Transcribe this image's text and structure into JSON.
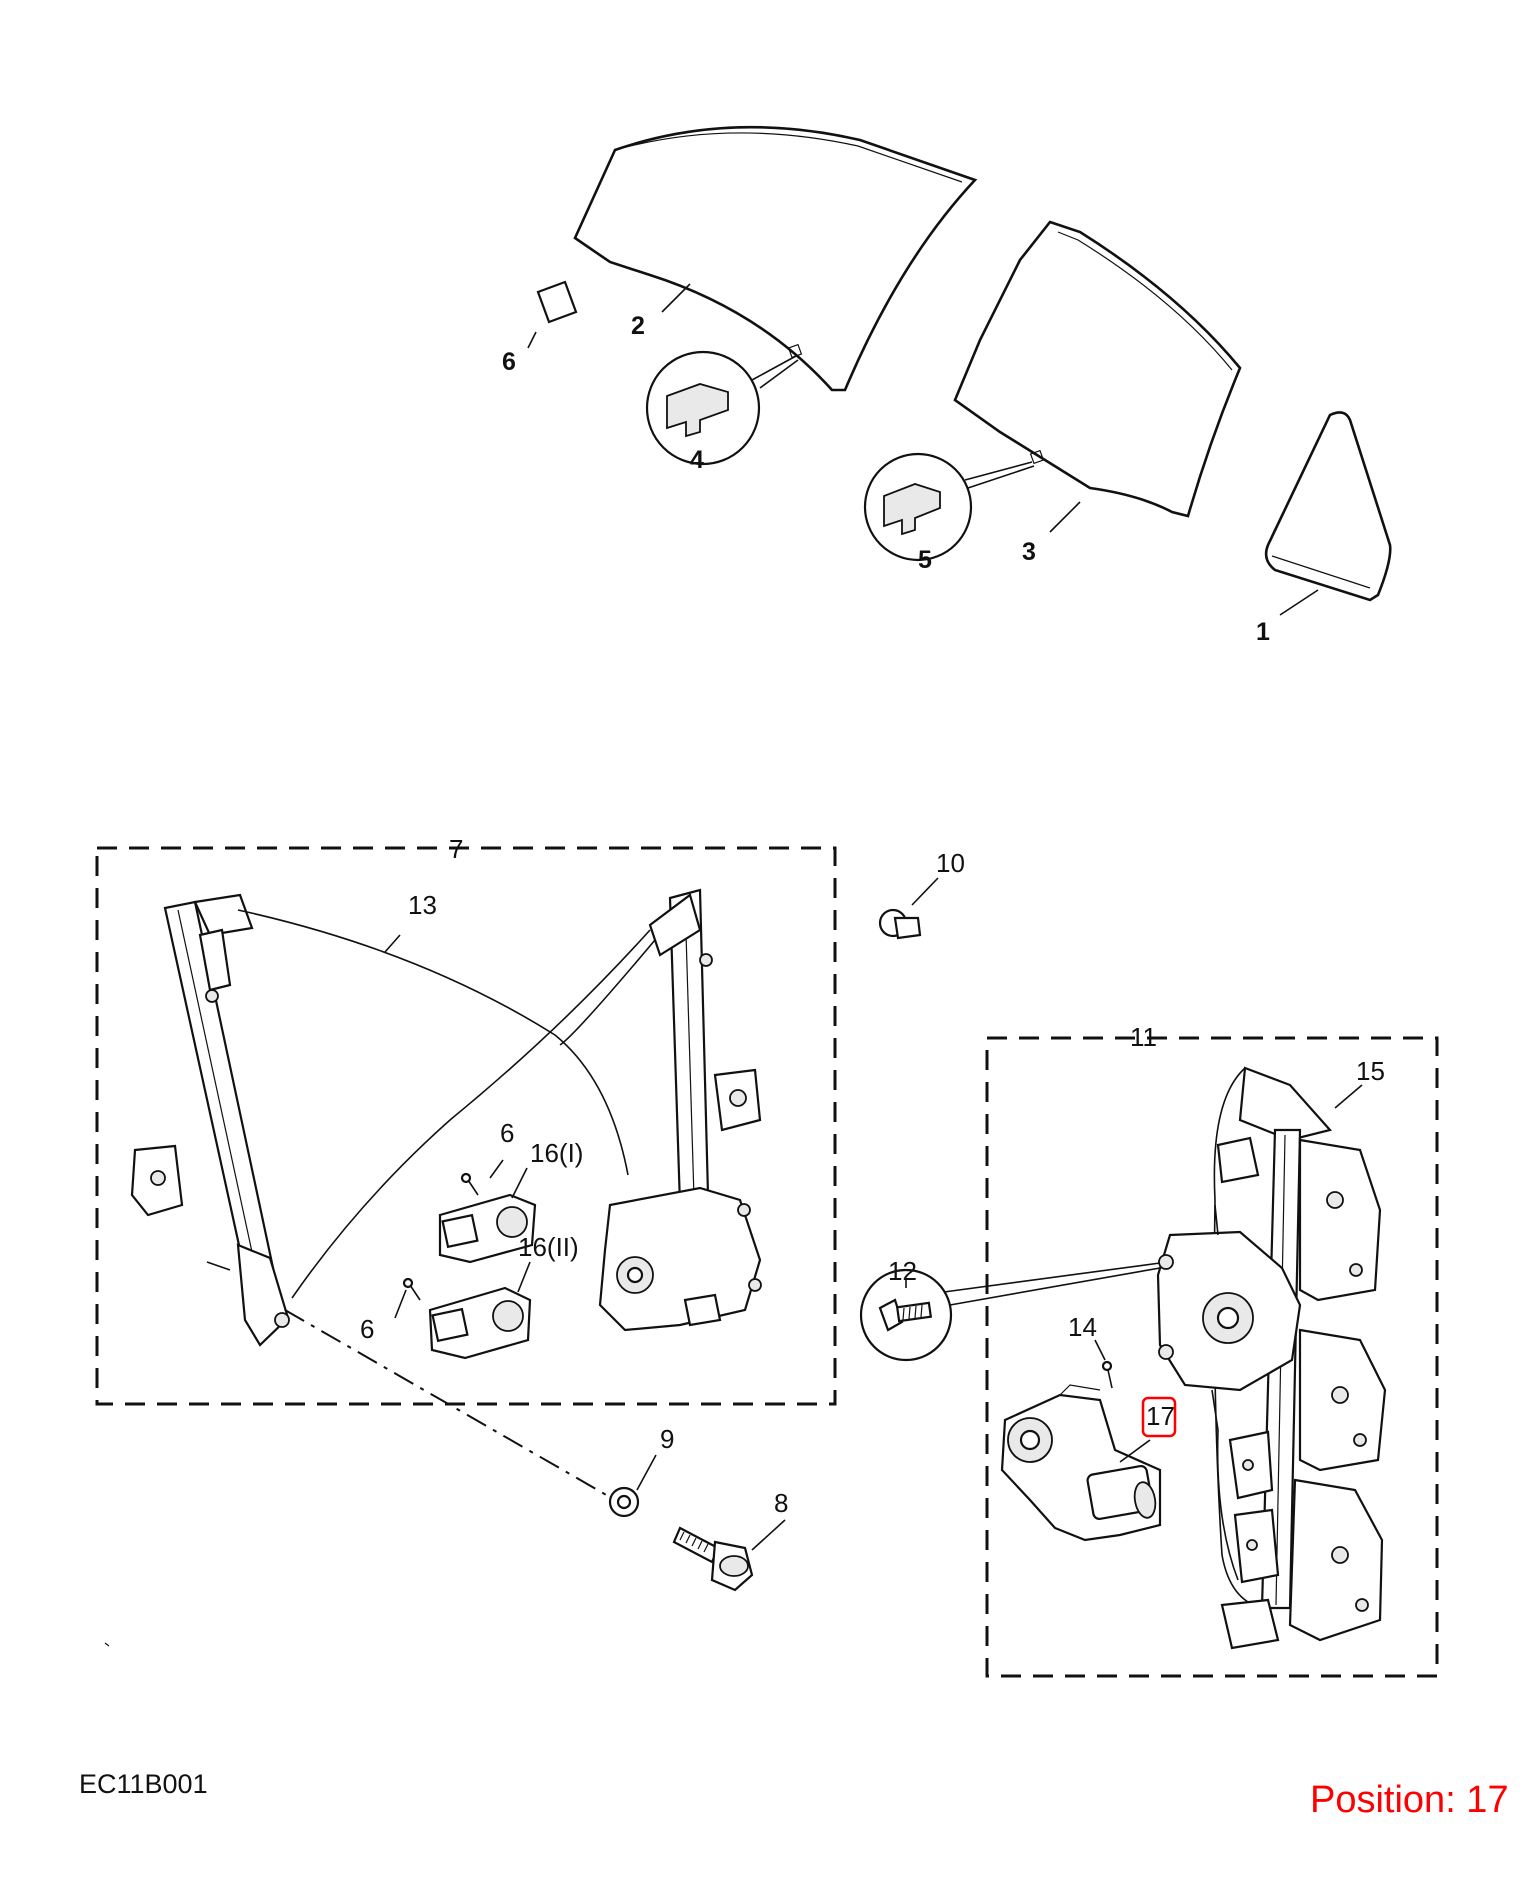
{
  "diagram": {
    "code": "EC11B001",
    "position_label": "Position: 17",
    "highlight_color": "#ff0000",
    "callouts": {
      "c1": "1",
      "c2": "2",
      "c3": "3",
      "c4": "4",
      "c5": "5",
      "c6_top": "6",
      "c7": "7",
      "c8": "8",
      "c9": "9",
      "c10": "10",
      "c11": "11",
      "c12": "12",
      "c13": "13",
      "c14": "14",
      "c15": "15",
      "c6_upper": "6",
      "c6_lower": "6",
      "c16_i": "16(I)",
      "c16_ii": "16(II)",
      "c17": "17"
    }
  }
}
